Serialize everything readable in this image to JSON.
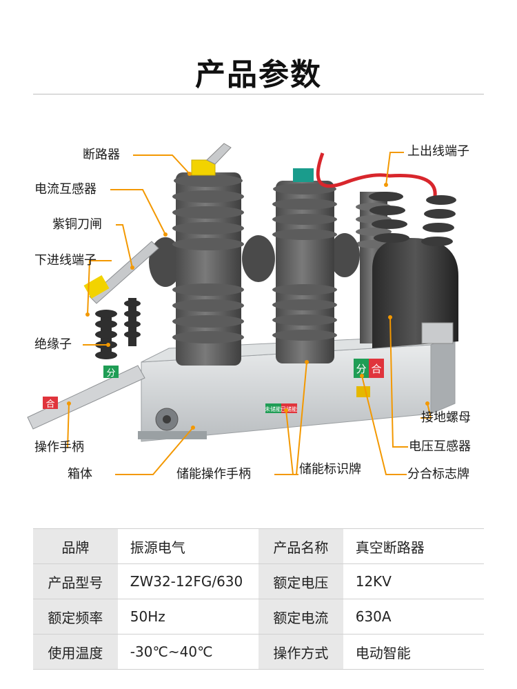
{
  "page_title": "产品参数",
  "callouts": {
    "breaker": "断路器",
    "current_transformer": "电流互感器",
    "copper_knife_switch": "紫铜刀闸",
    "lower_inlet_terminal": "下进线端子",
    "insulator": "绝缘子",
    "operating_handle": "操作手柄",
    "enclosure": "箱体",
    "energy_storage_handle": "储能操作手柄",
    "energy_storage_sign": "储能标识牌",
    "open_close_sign": "分合标志牌",
    "voltage_transformer": "电压互感器",
    "grounding_nut": "接地螺母",
    "upper_outlet_terminal": "上出线端子"
  },
  "product_labels": {
    "open": "分",
    "close": "合",
    "not_charged": "未储能",
    "charged": "已储能"
  },
  "specs": [
    [
      {
        "key": "品牌",
        "value": "振源电气"
      },
      {
        "key": "产品名称",
        "value": "真空断路器"
      }
    ],
    [
      {
        "key": "产品型号",
        "value": "ZW32-12FG/630"
      },
      {
        "key": "额定电压",
        "value": "12KV"
      }
    ],
    [
      {
        "key": "额定频率",
        "value": "50Hz"
      },
      {
        "key": "额定电流",
        "value": "630A"
      }
    ],
    [
      {
        "key": "使用温度",
        "value": "-30℃~40℃"
      },
      {
        "key": "操作方式",
        "value": "电动智能"
      }
    ]
  ],
  "colors": {
    "leader_line": "#f39800",
    "porcelain": "#5f5f5f",
    "steel": "#cfd2d4",
    "green_sign": "#1f9d55",
    "red_sign": "#e0343c",
    "yellow_cap": "#f2d300",
    "teal_cap": "#1a9c8c"
  }
}
